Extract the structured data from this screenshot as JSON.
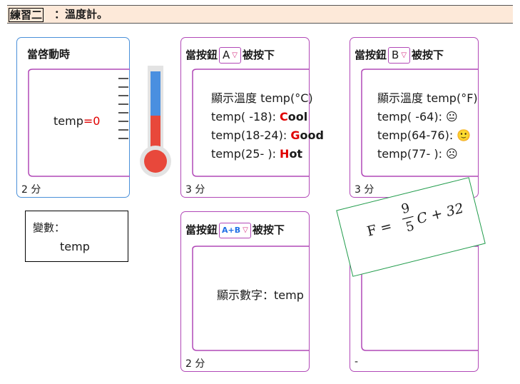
{
  "header": {
    "tag": "練習二",
    "rest": "：溫度計。"
  },
  "card_start": {
    "title": "當啓動時",
    "var_name": "temp",
    "equals": "=",
    "value": "0",
    "score": "2 分"
  },
  "card_a": {
    "prefix": "當按鈕",
    "button": "A",
    "suffix": "被按下",
    "line1": "顯示溫度 temp(°C)",
    "rows": [
      {
        "range": "temp(  -18): ",
        "label_first": "C",
        "label_rest": "ool"
      },
      {
        "range": "temp(18-24): ",
        "label_first": "G",
        "label_rest": "ood"
      },
      {
        "range": "temp(25-   ): ",
        "label_first": "H",
        "label_rest": "ot"
      }
    ],
    "score": "3 分"
  },
  "card_b": {
    "prefix": "當按鈕",
    "button": "B",
    "suffix": "被按下",
    "line1": "顯示溫度 temp(°F)",
    "rows": [
      {
        "range": "temp(  -64): ",
        "face": "😐"
      },
      {
        "range": "temp(64-76): ",
        "face": "🙂"
      },
      {
        "range": "temp(77-   ): ",
        "face": "☹"
      }
    ],
    "score": "3 分"
  },
  "card_ab": {
    "prefix": "當按鈕",
    "button": "A+B",
    "suffix": "被按下",
    "body": "顯示數字：temp",
    "score": "2 分"
  },
  "card_empty": {
    "score": "-"
  },
  "variables": {
    "label": "變數：",
    "name": "temp"
  },
  "formula": {
    "lhs": "F =",
    "num": "9",
    "den": "5",
    "rhs": "C + 32"
  },
  "colors": {
    "accent_blue": "#4a90d9",
    "accent_purple": "#b148b7",
    "hot_red": "#e00000",
    "formula_green": "#1f9b4a",
    "header_bg": "#fde9d9"
  }
}
